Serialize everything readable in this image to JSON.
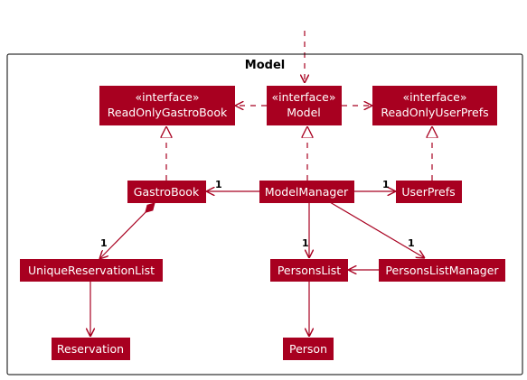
{
  "package": {
    "title": "Model"
  },
  "colors": {
    "node_fill": "#a80020",
    "node_text": "#ffffff",
    "edge": "#a80020",
    "frame": "#000000"
  },
  "nodes": {
    "readonly_gastrobook": {
      "stereotype": "«interface»",
      "name": "ReadOnlyGastroBook"
    },
    "model": {
      "stereotype": "«interface»",
      "name": "Model"
    },
    "readonly_userprefs": {
      "stereotype": "«interface»",
      "name": "ReadOnlyUserPrefs"
    },
    "gastrobook": {
      "name": "GastroBook"
    },
    "modelmanager": {
      "name": "ModelManager"
    },
    "userprefs": {
      "name": "UserPrefs"
    },
    "unique_reservation_list": {
      "name": "UniqueReservationList"
    },
    "reservation": {
      "name": "Reservation"
    },
    "persons_list": {
      "name": "PersonsList"
    },
    "persons_list_manager": {
      "name": "PersonsListManager"
    },
    "person": {
      "name": "Person"
    }
  },
  "multiplicities": {
    "mm_to_gastrobook": "1",
    "mm_to_userprefs": "1",
    "gastrobook_to_url": "1",
    "mm_to_persons_list": "1",
    "mm_to_persons_list_manager": "1"
  }
}
